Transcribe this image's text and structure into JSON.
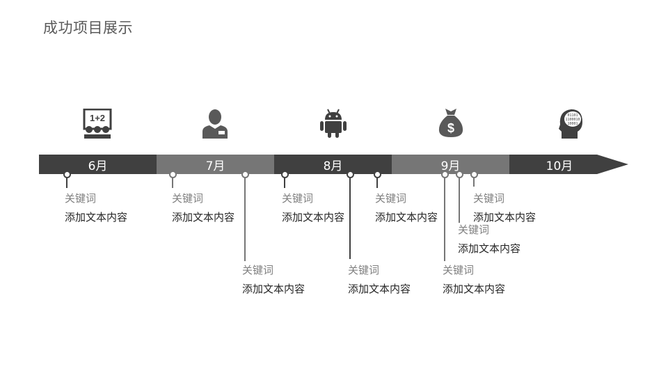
{
  "title": "成功项目展示",
  "colors": {
    "dark": "#404040",
    "light": "#767676",
    "title": "#595959",
    "keyword": "#7f7f7f",
    "text": "#262626"
  },
  "months": [
    {
      "label": "6月",
      "icon": "classroom-board-icon"
    },
    {
      "label": "7月",
      "icon": "businessman-icon"
    },
    {
      "label": "8月",
      "icon": "android-icon"
    },
    {
      "label": "9月",
      "icon": "money-bag-icon"
    },
    {
      "label": "10月",
      "icon": "binary-head-icon"
    }
  ],
  "icons": {
    "board_text": "1+2",
    "dollar": "$"
  },
  "milestones": [
    {
      "keyword": "关键词",
      "text": "添加文本内容"
    },
    {
      "keyword": "关键词",
      "text": "添加文本内容"
    },
    {
      "keyword": "关键词",
      "text": "添加文本内容"
    },
    {
      "keyword": "关键词",
      "text": "添加文本内容"
    },
    {
      "keyword": "关键词",
      "text": "添加文本内容"
    },
    {
      "keyword": "关键词",
      "text": "添加文本内容"
    },
    {
      "keyword": "关键词",
      "text": "添加文本内容"
    },
    {
      "keyword": "关键词",
      "text": "添加文本内容"
    },
    {
      "keyword": "关键词",
      "text": "添加文本内容"
    }
  ]
}
